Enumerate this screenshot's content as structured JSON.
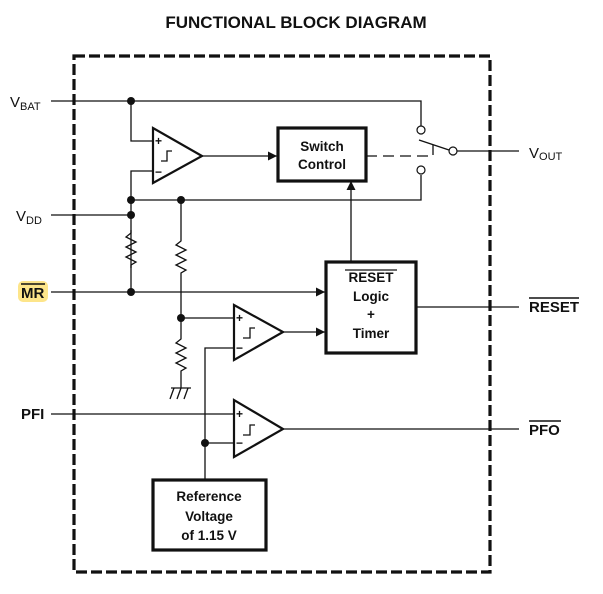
{
  "title": "FUNCTIONAL BLOCK DIAGRAM",
  "pins": {
    "vbat": {
      "main": "V",
      "sub": "BAT"
    },
    "vdd": {
      "main": "V",
      "sub": "DD"
    },
    "mr": {
      "label": "MR",
      "overbar": true,
      "highlighted": true,
      "highlight_color": "#fde58a"
    },
    "pfi": {
      "label": "PFI"
    },
    "vout": {
      "main": "V",
      "sub": "OUT"
    },
    "reset_out": {
      "label": "RESET",
      "overbar": true
    },
    "pfo": {
      "label": "PFO",
      "overbar": true
    }
  },
  "blocks": {
    "switch_control": {
      "lines": [
        "Switch",
        "Control"
      ]
    },
    "reset_logic": {
      "lines": [
        "RESET",
        "Logic",
        "+",
        "Timer"
      ],
      "overbar_first_line": true
    },
    "reference": {
      "lines": [
        "Reference",
        "Voltage",
        "of 1.15 V"
      ]
    }
  },
  "comparators": [
    {
      "name": "vbat-vdd-comparator",
      "plus": "+",
      "minus": "−",
      "symbol": "hysteresis"
    },
    {
      "name": "vdd-monitor-comparator",
      "plus": "+",
      "minus": "−",
      "symbol": "hysteresis"
    },
    {
      "name": "pfi-comparator",
      "plus": "+",
      "minus": "−",
      "symbol": "hysteresis"
    }
  ],
  "colors": {
    "ink": "#111111",
    "highlight": "#fde58a",
    "background": "#ffffff"
  }
}
